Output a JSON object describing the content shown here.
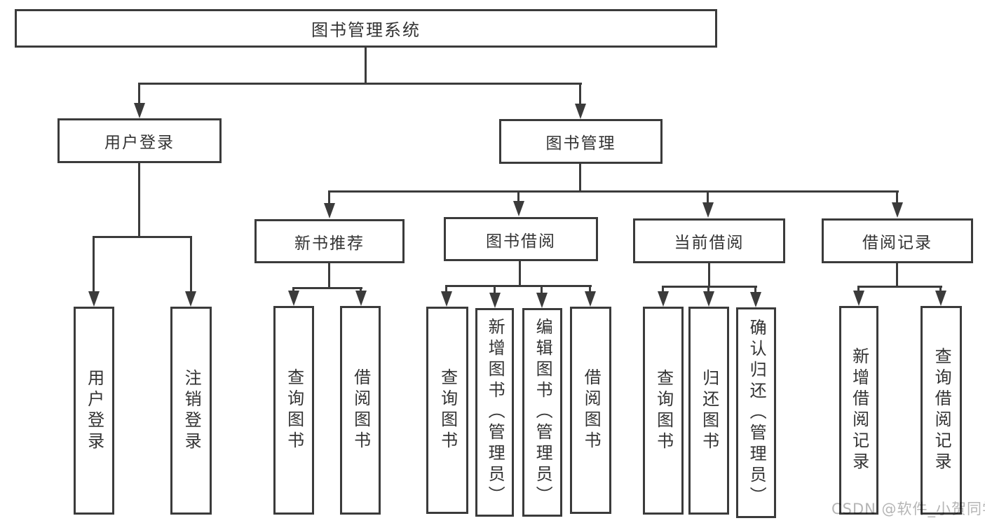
{
  "colors": {
    "line": "#3b3b3b",
    "text": "#333333",
    "watermark": "#b5b5b5",
    "background": "#ffffff"
  },
  "diagram": {
    "root": {
      "label": "图书管理系统"
    },
    "branches": [
      {
        "label": "用户登录",
        "children": [
          {
            "label": "用户登录"
          },
          {
            "label": "注销登录"
          }
        ]
      },
      {
        "label": "图书管理",
        "children": [
          {
            "label": "新书推荐",
            "children": [
              {
                "label": "查询图书"
              },
              {
                "label": "借阅图书"
              }
            ]
          },
          {
            "label": "图书借阅",
            "children": [
              {
                "label": "查询图书"
              },
              {
                "label": "新增图书（管理员）"
              },
              {
                "label": "编辑图书（管理员）"
              },
              {
                "label": "借阅图书"
              }
            ]
          },
          {
            "label": "当前借阅",
            "children": [
              {
                "label": "查询图书"
              },
              {
                "label": "归还图书"
              },
              {
                "label": "确认归还（管理员）"
              }
            ]
          },
          {
            "label": "借阅记录",
            "children": [
              {
                "label": "新增借阅记录"
              },
              {
                "label": "查询借阅记录"
              }
            ]
          }
        ]
      }
    ],
    "watermark": "CSDN @软件_小贺同学"
  }
}
